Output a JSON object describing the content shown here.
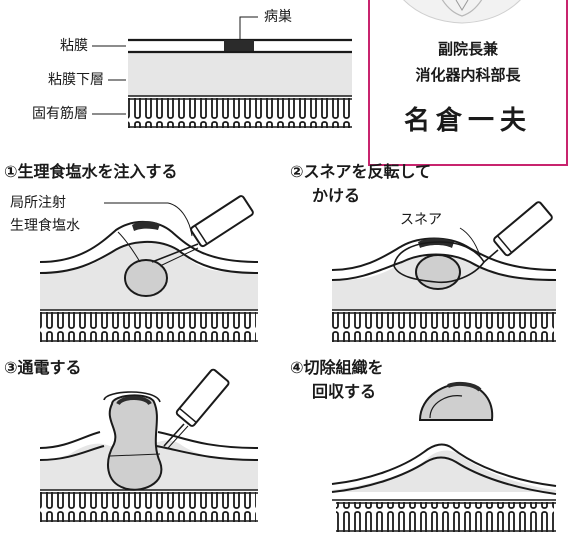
{
  "diagram": {
    "layer_labels": {
      "lesion": "病巣",
      "mucosa": "粘膜",
      "submucosa": "粘膜下層",
      "muscle": "固有筋層"
    },
    "profile": {
      "role_line1": "副院長兼",
      "role_line2": "消化器内科部長",
      "name": "名倉一夫"
    },
    "steps": [
      {
        "title": "①生理食塩水を注入する"
      },
      {
        "title_line1": "②スネアを反転して",
        "title_line2": "かける",
        "snare_label": "スネア"
      },
      {
        "title": "③通電する"
      },
      {
        "title_line1": "④切除組織を",
        "title_line2": "回収する"
      }
    ],
    "step1_labels": {
      "injection": "局所注射",
      "saline": "生理食塩水"
    },
    "colors": {
      "accent_border": "#c8246e",
      "submucosa_fill": "#e6e6e6",
      "lesion_fill": "#2b2b2b",
      "saline_fill": "#cfcfcf"
    }
  }
}
